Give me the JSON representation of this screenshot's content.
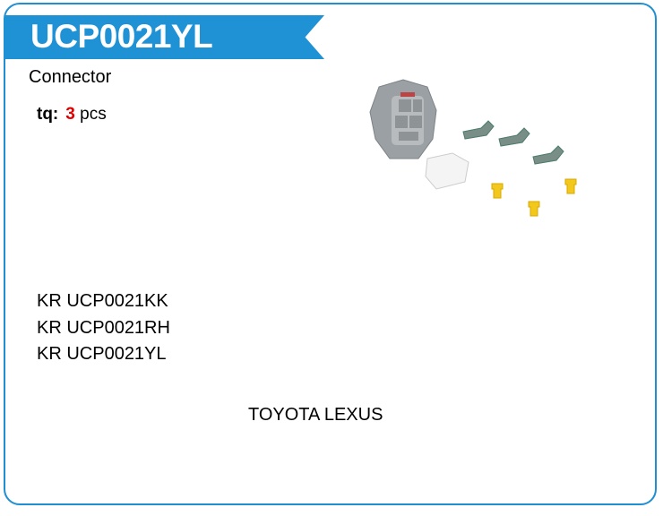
{
  "product": {
    "code": "UCP0021YL",
    "type": "Connector",
    "quantity_label": "tq:",
    "quantity_value": "3",
    "quantity_unit": "pcs",
    "related_codes": [
      "KR UCP0021KK",
      "KR UCP0021RH",
      "KR UCP0021YL"
    ],
    "make": "TOYOTA LEXUS"
  },
  "colors": {
    "accent": "#1f92d6",
    "quantity": "#e00000"
  }
}
